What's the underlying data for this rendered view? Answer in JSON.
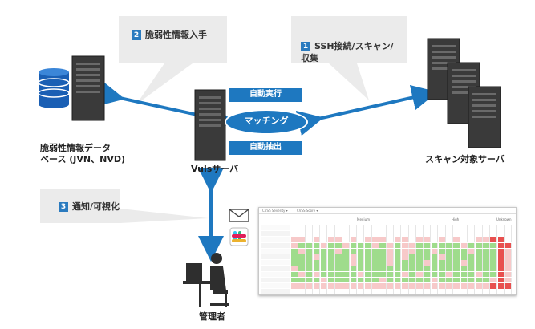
{
  "callouts": [
    {
      "num": "2",
      "text": "脆弱性情報入手"
    },
    {
      "num": "1",
      "text": "SSH接続/スキャン/\n収集"
    },
    {
      "num": "3",
      "text": "通知/可視化"
    }
  ],
  "nodes": {
    "vuln_db": "脆弱性情報データ\nベース (JVN、NVD)",
    "vuls_server": "Vulsサーバ",
    "scan_target": "スキャン対象サーバ",
    "admin": "管理者"
  },
  "vuls_functions": {
    "auto_run": "自動実行",
    "matching": "マッチング",
    "auto_extract": "自動抽出"
  },
  "notify_icons": [
    "mail-icon",
    "slack-icon"
  ],
  "heat_table": {
    "header_tabs": [
      "CVSS Severity ▾",
      "CVSS Score ▾"
    ],
    "groups": [
      "Medium",
      "High",
      "Unknown"
    ],
    "colors": {
      "green": "#9fdc8c",
      "pink": "#f7c9c9",
      "red": "#e8504f",
      "white": "#ffffff",
      "gray": "#eeeeee"
    }
  },
  "colors": {
    "accent": "#1e78c0",
    "callout_bg": "#ebebeb",
    "server_dark": "#2e2e2e"
  }
}
